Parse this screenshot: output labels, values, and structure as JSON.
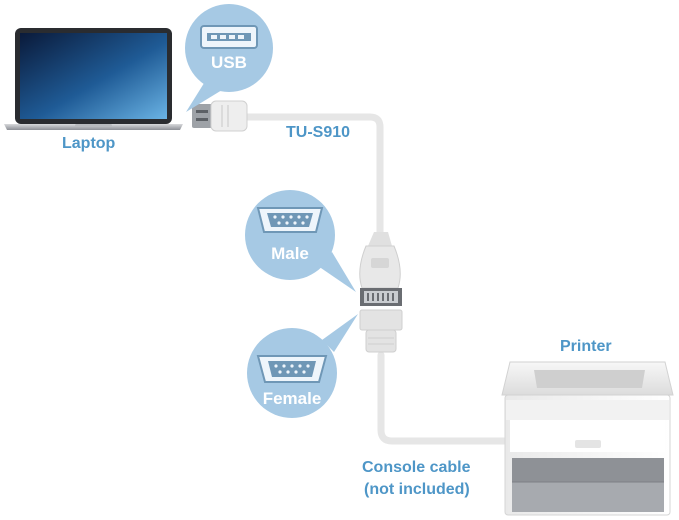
{
  "labels": {
    "laptop": "Laptop",
    "adapter": "TU-S910",
    "printer": "Printer",
    "console_line1": "Console cable",
    "console_line2": "(not included)"
  },
  "bubbles": {
    "usb": "USB",
    "male": "Male",
    "female": "Female"
  },
  "icons": {
    "laptop": "laptop-icon",
    "usb_port": "usb-port-icon",
    "db9_male": "db9-male-icon",
    "db9_female": "db9-female-icon",
    "printer": "printer-icon"
  },
  "colors": {
    "accent_text": "#4e96c7",
    "bubble_fill": "#a6c9e4",
    "cable": "#e6e6e6"
  }
}
